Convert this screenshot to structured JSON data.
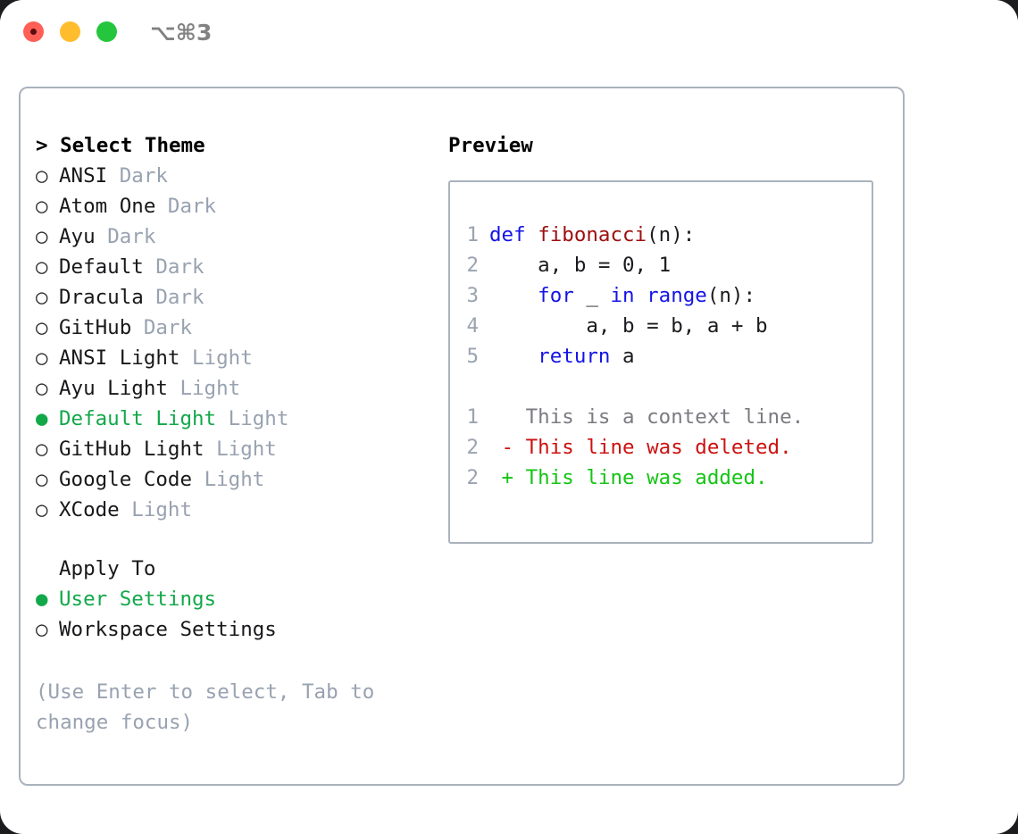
{
  "titlebar": {
    "lights": [
      "close",
      "minimize",
      "zoom"
    ],
    "shortcut": "⌥⌘3"
  },
  "theme_picker": {
    "header": "> Select Theme",
    "header_marker": ">",
    "header_label": "Select Theme",
    "items": [
      {
        "marker": "○",
        "label": "ANSI",
        "tag": "Dark",
        "selected": false
      },
      {
        "marker": "○",
        "label": "Atom One",
        "tag": "Dark",
        "selected": false
      },
      {
        "marker": "○",
        "label": "Ayu",
        "tag": "Dark",
        "selected": false
      },
      {
        "marker": "○",
        "label": "Default",
        "tag": "Dark",
        "selected": false
      },
      {
        "marker": "○",
        "label": "Dracula",
        "tag": "Dark",
        "selected": false
      },
      {
        "marker": "○",
        "label": "GitHub",
        "tag": "Dark",
        "selected": false
      },
      {
        "marker": "○",
        "label": "ANSI Light",
        "tag": "Light",
        "selected": false
      },
      {
        "marker": "○",
        "label": "Ayu Light",
        "tag": "Light",
        "selected": false
      },
      {
        "marker": "●",
        "label": "Default Light",
        "tag": "Light",
        "selected": true
      },
      {
        "marker": "○",
        "label": "GitHub Light",
        "tag": "Light",
        "selected": false
      },
      {
        "marker": "○",
        "label": "Google Code",
        "tag": "Light",
        "selected": false
      },
      {
        "marker": "○",
        "label": "XCode",
        "tag": "Light",
        "selected": false
      }
    ]
  },
  "apply_to": {
    "section_label": "Apply To",
    "options": [
      {
        "marker": "●",
        "label": "User Settings",
        "selected": true
      },
      {
        "marker": "○",
        "label": "Workspace Settings",
        "selected": false
      }
    ]
  },
  "hint": "(Use Enter to select, Tab to change focus)",
  "preview": {
    "title": "Preview",
    "code_lines": [
      {
        "num": "1",
        "tokens": [
          {
            "text": "def ",
            "style": "kw"
          },
          {
            "text": "fibonacci",
            "style": "fn"
          },
          {
            "text": "(n):",
            "style": "plain"
          }
        ]
      },
      {
        "num": "2",
        "tokens": [
          {
            "text": "    a, b = 0, 1",
            "style": "plain"
          }
        ]
      },
      {
        "num": "3",
        "tokens": [
          {
            "text": "    for ",
            "style": "kw"
          },
          {
            "text": "_ ",
            "style": "plain"
          },
          {
            "text": "in range",
            "style": "kw"
          },
          {
            "text": "(n):",
            "style": "plain"
          }
        ]
      },
      {
        "num": "4",
        "tokens": [
          {
            "text": "        a, b = b, a + b",
            "style": "plain"
          }
        ]
      },
      {
        "num": "5",
        "tokens": [
          {
            "text": "    return ",
            "style": "kw"
          },
          {
            "text": "a",
            "style": "plain"
          }
        ]
      }
    ],
    "diff_lines": [
      {
        "num": "1",
        "tokens": [
          {
            "text": "   This is a context line.",
            "style": "ctx"
          }
        ]
      },
      {
        "num": "2",
        "tokens": [
          {
            "text": " - This line was deleted.",
            "style": "del"
          }
        ]
      },
      {
        "num": "2",
        "tokens": [
          {
            "text": " + This line was added.",
            "style": "add"
          }
        ]
      }
    ]
  },
  "colors": {
    "accent_green": "#12a84a",
    "muted_gray": "#98a2b0",
    "border": "#aab2bd",
    "keyword_blue": "#1414e6",
    "function_red": "#9c1010",
    "diff_deleted": "#cc1111",
    "diff_added": "#14c414",
    "light_red": "#ff5f56",
    "light_yellow": "#ffbd2e",
    "light_green": "#25c63d"
  }
}
